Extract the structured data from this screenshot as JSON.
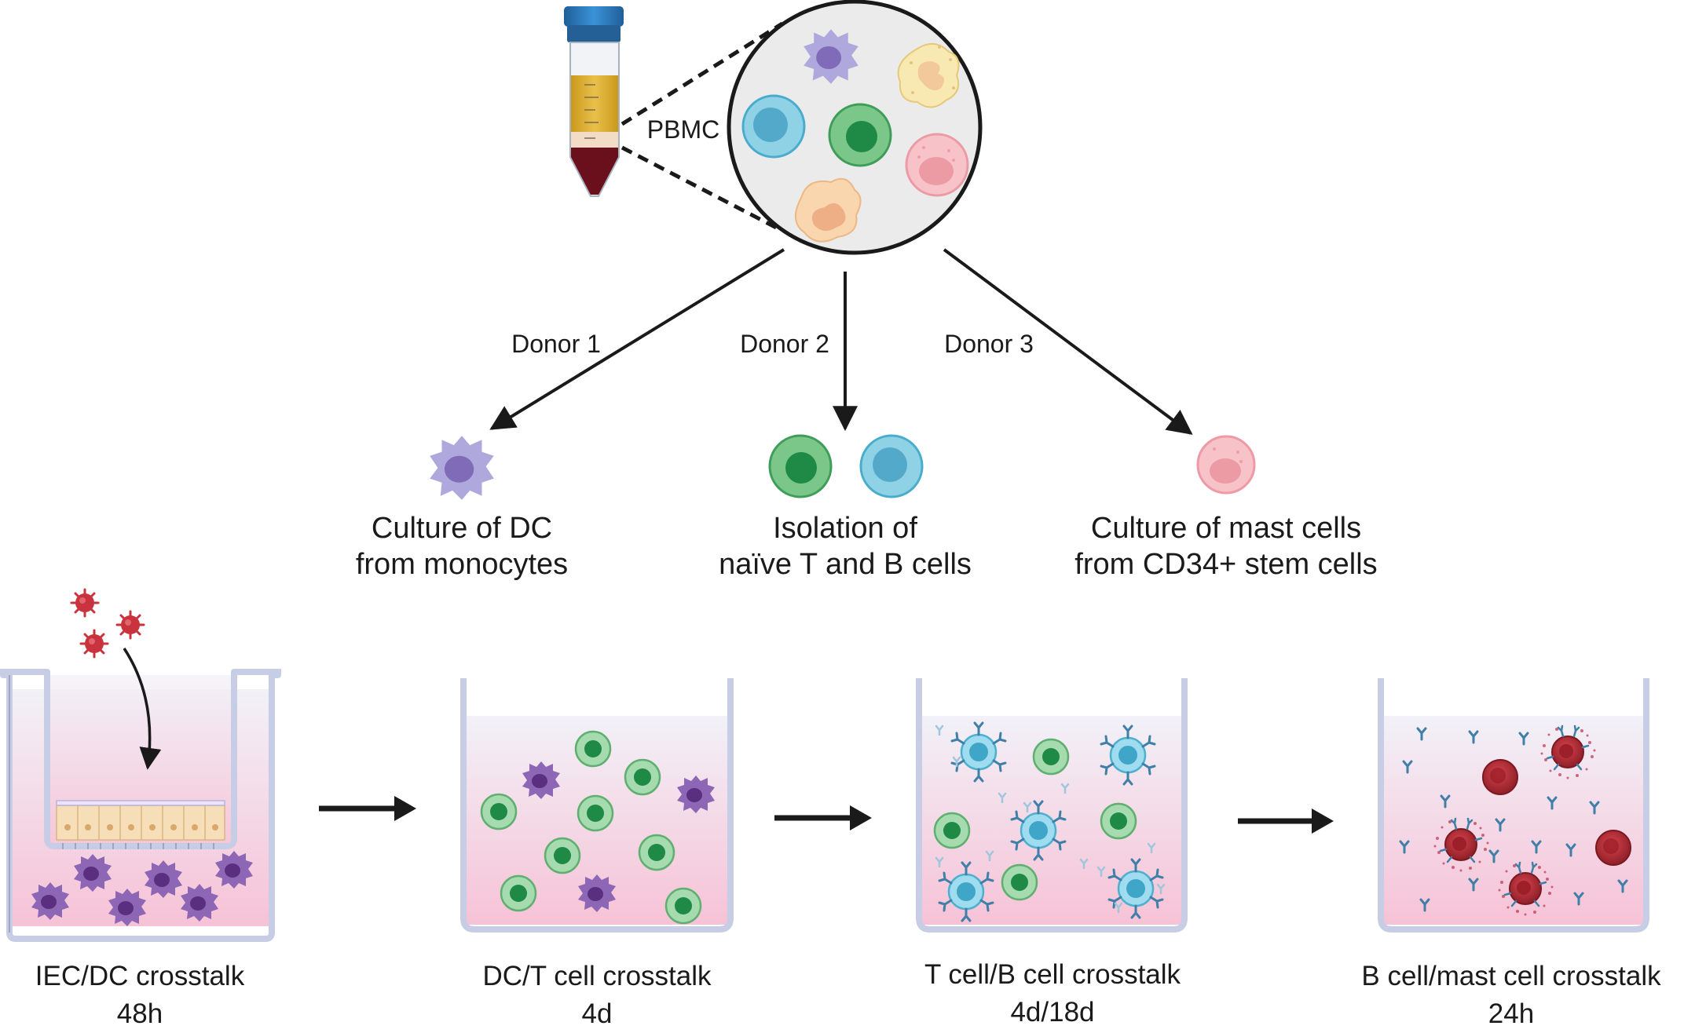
{
  "source": {
    "label": "PBMC"
  },
  "donors": [
    {
      "label": "Donor 1",
      "result_line1": "Culture of DC",
      "result_line2": "from monocytes"
    },
    {
      "label": "Donor 2",
      "result_line1": "Isolation of",
      "result_line2": "naïve T and B cells"
    },
    {
      "label": "Donor 3",
      "result_line1": "Culture of mast cells",
      "result_line2": "from CD34+ stem cells"
    }
  ],
  "steps": [
    {
      "title": "IEC/DC crosstalk",
      "duration": "48h"
    },
    {
      "title": "DC/T cell crosstalk",
      "duration": "4d"
    },
    {
      "title": "T cell/B cell crosstalk",
      "duration": "4d/18d"
    },
    {
      "title": "B cell/mast cell crosstalk",
      "duration": "24h"
    }
  ],
  "colors": {
    "dc": "#8d67b5",
    "dc_light": "#aea8dc",
    "t_cell": "#6fbf7e",
    "t_cell_nucleus": "#1e8a45",
    "b_cell": "#6cc3da",
    "b_cell_nucleus": "#3a93b3",
    "mast_cell": "#f4b5b5",
    "mast_active": "#b52a34",
    "medium_top": "#f1f3f8",
    "medium_bottom": "#f6c3d6",
    "well_wall": "#c8cde6",
    "tube_cap": "#2d7fc2",
    "plasma": "#e2b53a",
    "blood": "#6a0f1c",
    "circle_fill": "#ebebeb"
  }
}
